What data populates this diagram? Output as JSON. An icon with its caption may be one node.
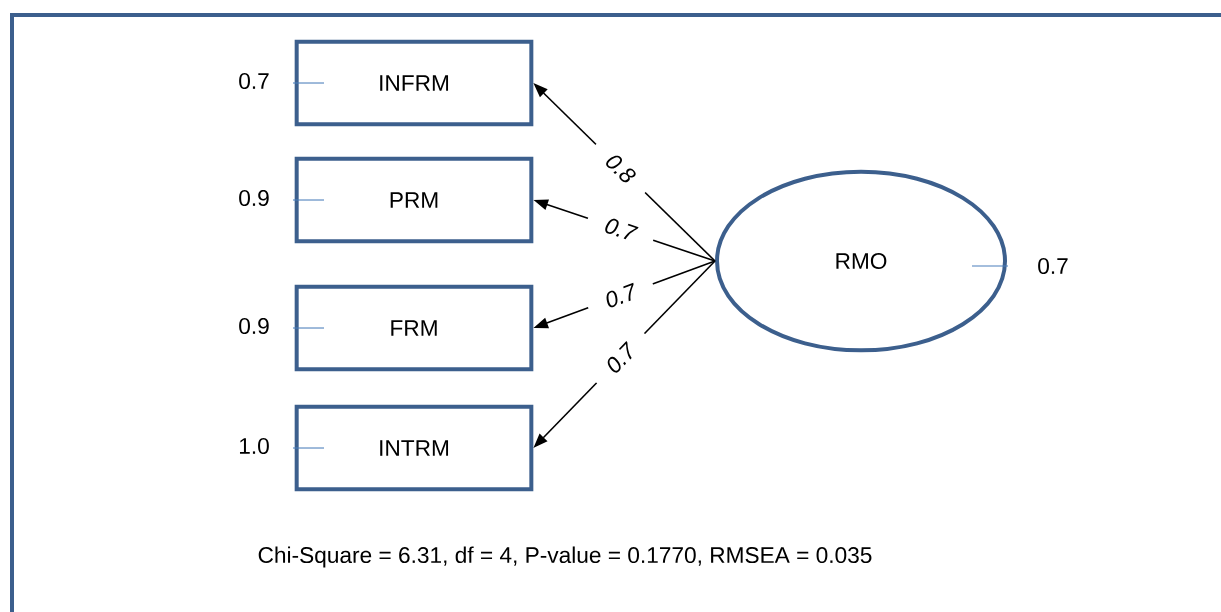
{
  "diagram": {
    "caption": "Chi-Square = 6.31, df = 4, P-value = 0.1770, RMSEA = 0.035",
    "nodes": [
      {
        "text": [
          "INFRM"
        ],
        "beside": [
          "0.7"
        ]
      },
      {
        "text": [
          "PRM"
        ],
        "beside": [
          "0.9"
        ]
      },
      {
        "text": [
          "FRM"
        ],
        "beside": [
          "0.9"
        ]
      },
      {
        "text": [
          "INTRM"
        ],
        "beside": [
          "1.0"
        ]
      },
      {
        "text": [
          "RMO"
        ],
        "beside": [
          "0.7"
        ]
      }
    ],
    "edges": [
      {
        "from": 4,
        "to": 0,
        "arrow": "to",
        "label": "0.8"
      },
      {
        "from": 4,
        "to": 1,
        "arrow": "to",
        "label": "0.7"
      },
      {
        "from": 4,
        "to": 2,
        "arrow": "to",
        "label": "0.7"
      },
      {
        "from": 4,
        "to": 3,
        "arrow": "to",
        "label": "0.7"
      }
    ]
  }
}
